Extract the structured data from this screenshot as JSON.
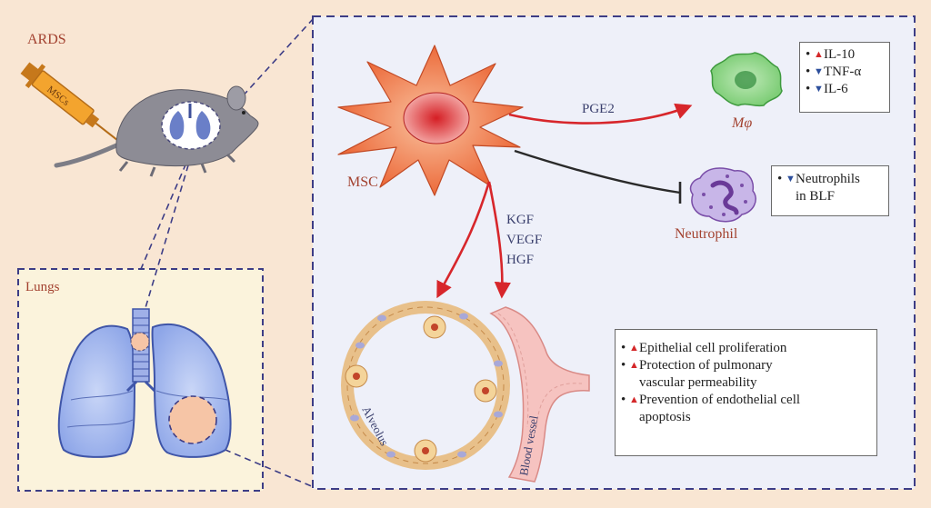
{
  "labels": {
    "ards": "ARDS",
    "syringe": "MSCs",
    "lungs": "Lungs",
    "msc": "MSC",
    "pge2": "PGE2",
    "macrophage": "Mφ",
    "neutrophil": "Neutrophil",
    "factors": [
      "KGF",
      "VEGF",
      "HGF"
    ],
    "alveolus": "Alveolus",
    "blood_vessel": "Blood vessel"
  },
  "cytokines": [
    {
      "text": "IL-10",
      "dir": "up"
    },
    {
      "text": "TNF-α",
      "dir": "down"
    },
    {
      "text": "IL-6",
      "dir": "down"
    }
  ],
  "neutrophil_effect": {
    "line1": "Neutrophils",
    "line2": "in BLF",
    "dir": "down"
  },
  "effects": [
    {
      "line1": "Epithelial cell proliferation",
      "line2": "",
      "dir": "up"
    },
    {
      "line1": "Protection of pulmonary",
      "line2": "vascular permeability",
      "dir": "up"
    },
    {
      "line1": "Prevention of endothelial cell",
      "line2": "apoptosis",
      "dir": "up"
    }
  ],
  "colors": {
    "background": "#f9e6d3",
    "panel": "#eef0f9",
    "dashed_border": "#3d3d86",
    "label_red": "#a34230",
    "label_blue": "#3a3f6d",
    "arrow_red": "#d7262b",
    "inhibit": "#2a2a2a"
  }
}
